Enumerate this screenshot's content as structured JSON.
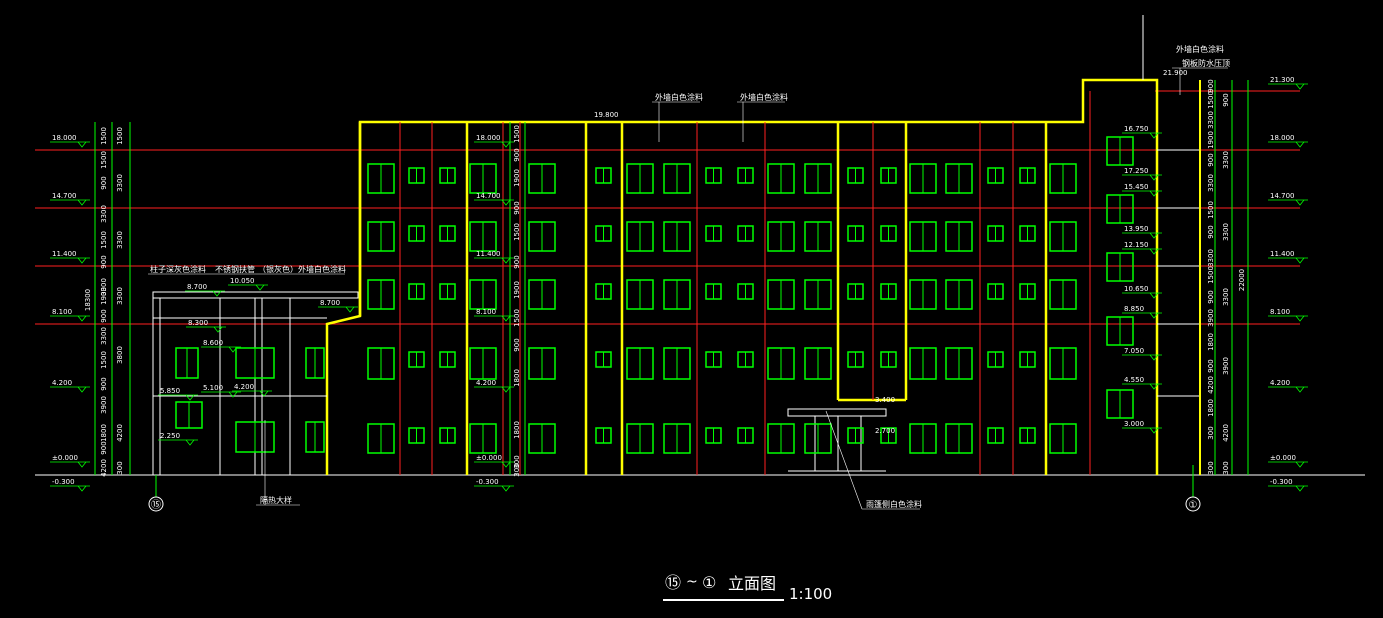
{
  "title": {
    "grid_from": "⑮",
    "sep": "~",
    "grid_to": "①",
    "name": "立面图",
    "scale": "1:100"
  },
  "grid_axes": [
    "⑮",
    "①"
  ],
  "left_levels": [
    "18.000",
    "14.700",
    "11.400",
    "8.100",
    "4.200",
    "±0.000",
    "-0.300"
  ],
  "mid_levels": [
    "18.000",
    "14.700",
    "11.400",
    "8.100",
    "4.200",
    "±0.000",
    "-0.300"
  ],
  "right_levels": [
    "21.300",
    "18.000",
    "14.700",
    "11.400",
    "8.100",
    "4.200",
    "±0.000",
    "-0.300"
  ],
  "stair_levels": [
    "16.750",
    "17.250",
    "15.450",
    "13.950",
    "12.150",
    "10.650",
    "8.850",
    "7.050",
    "4.550",
    "3.000"
  ],
  "annex_levels": [
    "8.700",
    "10.050",
    "8.700",
    "8.300",
    "8.600",
    "5.850",
    "5.100",
    "4.200",
    "2.250"
  ],
  "roof_levels": {
    "main": "19.800",
    "stair": "21.900"
  },
  "canopy_levels": [
    "3.400",
    "2.700"
  ],
  "dims_left": [
    "1500",
    "1500",
    "900",
    "3300",
    "1500",
    "900",
    "3300",
    "1900",
    "900",
    "3300",
    "1500",
    "900",
    "3900",
    "1800",
    "900",
    "4200",
    "1800",
    "1800",
    "300",
    "300"
  ],
  "dims_right": [
    "900",
    "1500",
    "3300",
    "1900",
    "900",
    "3300",
    "1500",
    "900",
    "3300",
    "1500",
    "900",
    "3900",
    "1800",
    "900",
    "4200",
    "1800",
    "300",
    "300"
  ],
  "dims_mid": [
    "1500",
    "900",
    "1900",
    "900",
    "1500",
    "900",
    "1900",
    "1500",
    "900",
    "1800",
    "1800",
    "300",
    "300"
  ],
  "total_left": "18300",
  "total_right": "22000",
  "annotations": {
    "exterior_top_1": "外墙白色涂料",
    "exterior_top_2": "外墙白色涂料",
    "stair_top_1": "外墙白色涂料",
    "stair_top_2": "钢板防水压顶",
    "col_paint": "柱子深灰色涂料",
    "steel_rail": "不锈钢扶管",
    "gray_color": "（银灰色）",
    "exterior_annex": "外墙白色涂料",
    "entrance": "雨篷侧白色涂料",
    "sunshade": "隔热大样"
  },
  "colors": {
    "background": "#000000",
    "outline": "#ffff00",
    "floor_line": "#ff0000",
    "window": "#00ff00",
    "text": "#ffffff",
    "dim": "#00ff00"
  }
}
